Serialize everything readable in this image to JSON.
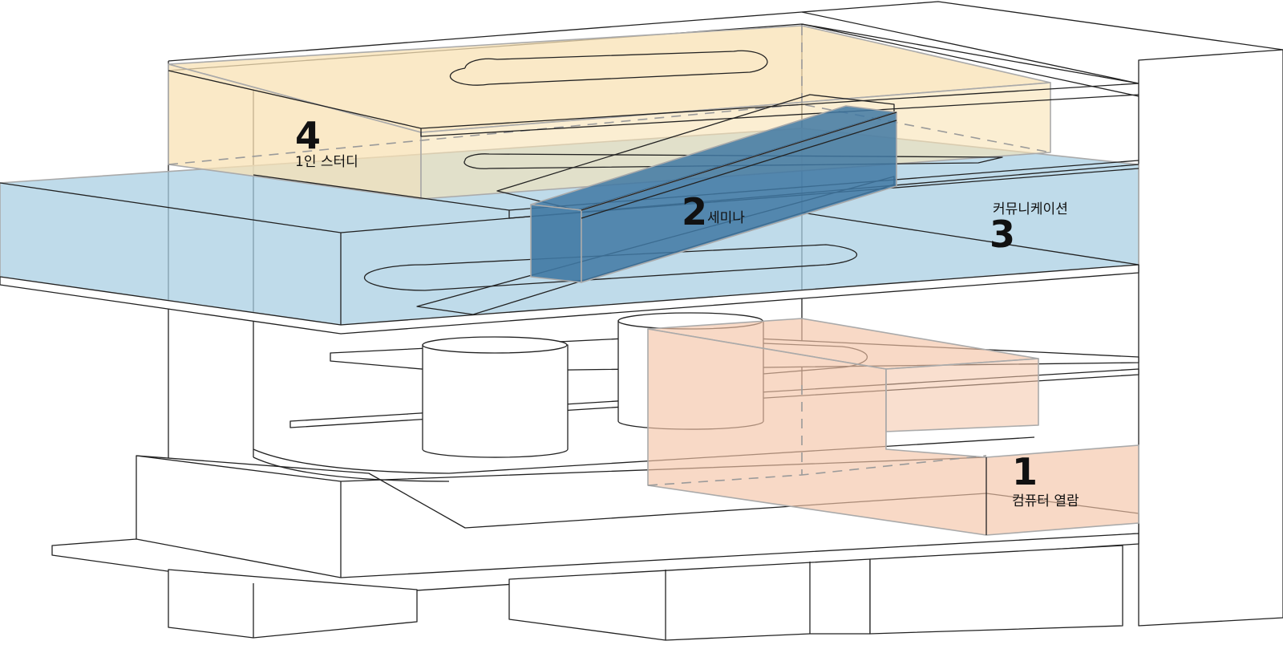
{
  "zones": [
    {
      "number": "1",
      "label": "컴퓨터 열람",
      "color": "#f4c4a8"
    },
    {
      "number": "2",
      "label": "세미나",
      "color": "#3f78a3"
    },
    {
      "number": "3",
      "label": "커뮤니케이션",
      "color": "#a6cde2"
    },
    {
      "number": "4",
      "label": "1인 스터디",
      "color": "#f8e2b4"
    }
  ]
}
